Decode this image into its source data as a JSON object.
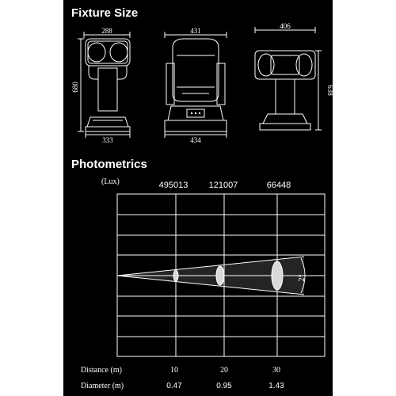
{
  "fixture_size": {
    "title": "Fixture Size",
    "front_view": {
      "top_width": "288",
      "height": "680",
      "base_width": "333"
    },
    "side_view": {
      "top_width": "431",
      "base_width": "434"
    },
    "rear_view": {
      "top_width": "406",
      "height": "638"
    }
  },
  "photometrics": {
    "title": "Photometrics",
    "unit_label": "(Lux)",
    "lux_values": [
      "495013",
      "121007",
      "66448"
    ],
    "beam_angle": "2°",
    "distance_label": "Distance (m)",
    "diameter_label": "Diameter (m)",
    "distances": [
      "10",
      "20",
      "30"
    ],
    "diameters": [
      "0.47",
      "0.95",
      "1.43"
    ]
  },
  "colors": {
    "background": "#000000",
    "lines": "#ffffff",
    "page": "#ffffff"
  }
}
